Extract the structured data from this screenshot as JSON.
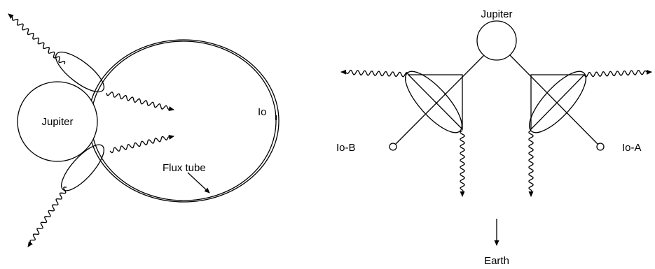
{
  "left_diagram": {
    "jupiter_label": "Jupiter",
    "io_label": "Io",
    "flux_tube_label": "Flux tube"
  },
  "right_diagram": {
    "jupiter_label": "Jupiter",
    "io_b_label": "Io-B",
    "io_a_label": "Io-A",
    "earth_label": "Earth"
  },
  "colors": {
    "line": "#000000",
    "background": "#ffffff"
  }
}
